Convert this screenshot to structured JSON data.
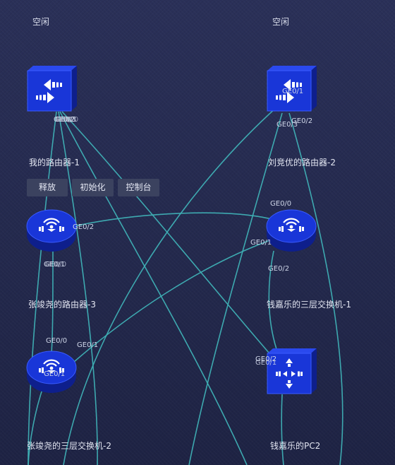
{
  "colors": {
    "background": "#262c52",
    "link": "#3fb0b5",
    "device_front": "#1936d8",
    "device_side": "#0e1f8c",
    "button_bg": "#3b425f"
  },
  "devices": {
    "router1": {
      "status": "空闲",
      "name": "我的路由器-1",
      "icon": "router-arrows-icon",
      "ports": [
        "GE0/2",
        "GE0/3",
        "GE0/1",
        "GE0/0"
      ]
    },
    "router2": {
      "status": "空闲",
      "name": "刘竞优的路由器-2",
      "icon": "router-arrows-icon",
      "ports": [
        "GE0/1",
        "GE0/3",
        "GE0/2"
      ]
    },
    "router3": {
      "name": "张竣尧的路由器-3",
      "icon": "wifi-router-icon",
      "ports": [
        "GE0/2",
        "GE0/1",
        "GE0/0"
      ]
    },
    "switch1": {
      "name": "钱嘉乐的三层交换机-1",
      "icon": "wifi-router-icon",
      "ports": [
        "GE0/0",
        "GE0/1",
        "GE0/2"
      ]
    },
    "switch2": {
      "name": "张竣尧的三层交换机-2",
      "icon": "wifi-router-icon",
      "ports": [
        "GE0/0",
        "GE0/1",
        "GE0/1"
      ]
    },
    "pc2": {
      "name": "钱嘉乐的PC2",
      "icon": "switch-cross-arrows-icon",
      "ports": [
        "GE0/2",
        "GE0/1"
      ]
    }
  },
  "context_menu": {
    "release": "释放",
    "init": "初始化",
    "console": "控制台"
  }
}
